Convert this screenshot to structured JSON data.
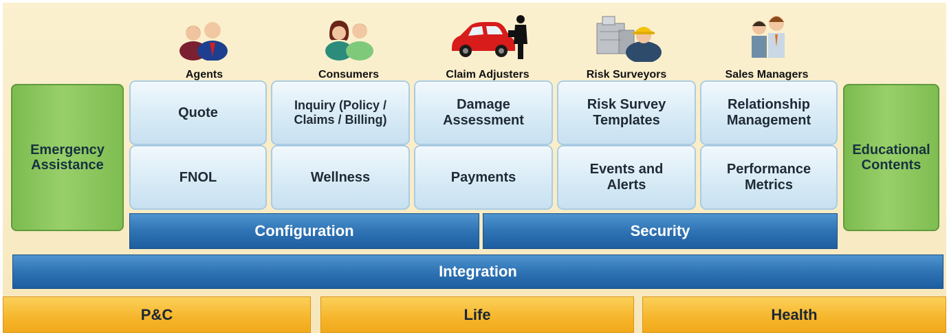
{
  "personas": [
    {
      "label": "Agents",
      "icon": "agents-icon"
    },
    {
      "label": "Consumers",
      "icon": "consumers-icon"
    },
    {
      "label": "Claim Adjusters",
      "icon": "claim-adjusters-icon"
    },
    {
      "label": "Risk Surveyors",
      "icon": "risk-surveyors-icon"
    },
    {
      "label": "Sales Managers",
      "icon": "sales-managers-icon"
    }
  ],
  "sides": {
    "left": "Emergency Assistance",
    "right": "Educational Contents"
  },
  "grid": {
    "row1": [
      "Quote",
      "Inquiry (Policy / Claims / Billing)",
      "Damage Assessment",
      "Risk Survey Templates",
      "Relationship Management"
    ],
    "row2": [
      "FNOL",
      "Wellness",
      "Payments",
      "Events and Alerts",
      "Performance Metrics"
    ]
  },
  "bars": {
    "configuration": "Configuration",
    "security": "Security",
    "integration": "Integration"
  },
  "base": [
    "P&C",
    "Life",
    "Health"
  ],
  "colors": {
    "background": "#f9ecc6",
    "cell": "#d8ebf6",
    "side": "#8cc85f",
    "bar": "#2f73b4",
    "base": "#f6b52b"
  }
}
